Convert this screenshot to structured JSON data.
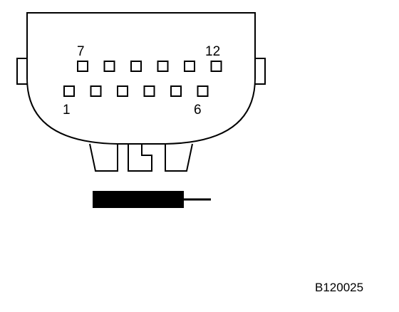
{
  "connector": {
    "pin_top_left": "7",
    "pin_top_right": "12",
    "pin_bottom_left": "1",
    "pin_bottom_right": "6",
    "top_row_pin_count": 6,
    "bottom_row_pin_count": 6
  },
  "figure_code": "B120025",
  "colors": {
    "line": "#000000",
    "background": "#ffffff"
  }
}
